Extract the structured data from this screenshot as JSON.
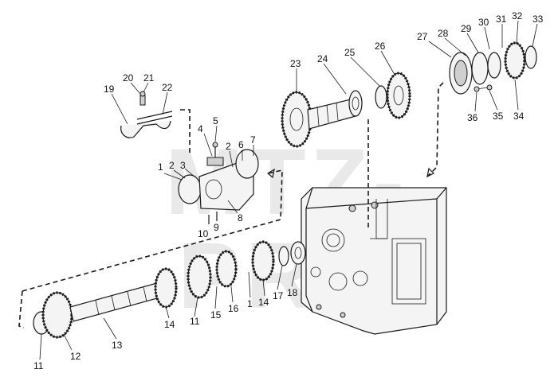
{
  "watermark": "MTZ-PRO",
  "callouts": [
    {
      "id": "c1",
      "text": "1"
    },
    {
      "id": "c2",
      "text": "2"
    },
    {
      "id": "c3",
      "text": "3"
    },
    {
      "id": "c4",
      "text": "4"
    },
    {
      "id": "c5",
      "text": "5"
    },
    {
      "id": "c2b",
      "text": "2"
    },
    {
      "id": "c6",
      "text": "6"
    },
    {
      "id": "c7",
      "text": "7"
    },
    {
      "id": "c8",
      "text": "8"
    },
    {
      "id": "c9",
      "text": "9"
    },
    {
      "id": "c10",
      "text": "10"
    },
    {
      "id": "c11a",
      "text": "11"
    },
    {
      "id": "c12",
      "text": "12"
    },
    {
      "id": "c13",
      "text": "13"
    },
    {
      "id": "c14a",
      "text": "14"
    },
    {
      "id": "c11b",
      "text": "11"
    },
    {
      "id": "c15",
      "text": "15"
    },
    {
      "id": "c16",
      "text": "16"
    },
    {
      "id": "c1b",
      "text": "1"
    },
    {
      "id": "c14b",
      "text": "14"
    },
    {
      "id": "c17",
      "text": "17"
    },
    {
      "id": "c18",
      "text": "18"
    },
    {
      "id": "c19",
      "text": "19"
    },
    {
      "id": "c20",
      "text": "20"
    },
    {
      "id": "c21",
      "text": "21"
    },
    {
      "id": "c22",
      "text": "22"
    },
    {
      "id": "c23",
      "text": "23"
    },
    {
      "id": "c24",
      "text": "24"
    },
    {
      "id": "c25",
      "text": "25"
    },
    {
      "id": "c26",
      "text": "26"
    },
    {
      "id": "c27",
      "text": "27"
    },
    {
      "id": "c28",
      "text": "28"
    },
    {
      "id": "c29",
      "text": "29"
    },
    {
      "id": "c30",
      "text": "30"
    },
    {
      "id": "c31",
      "text": "31"
    },
    {
      "id": "c32",
      "text": "32"
    },
    {
      "id": "c33",
      "text": "33"
    },
    {
      "id": "c34",
      "text": "34"
    },
    {
      "id": "c35",
      "text": "35"
    },
    {
      "id": "c36",
      "text": "36"
    }
  ]
}
